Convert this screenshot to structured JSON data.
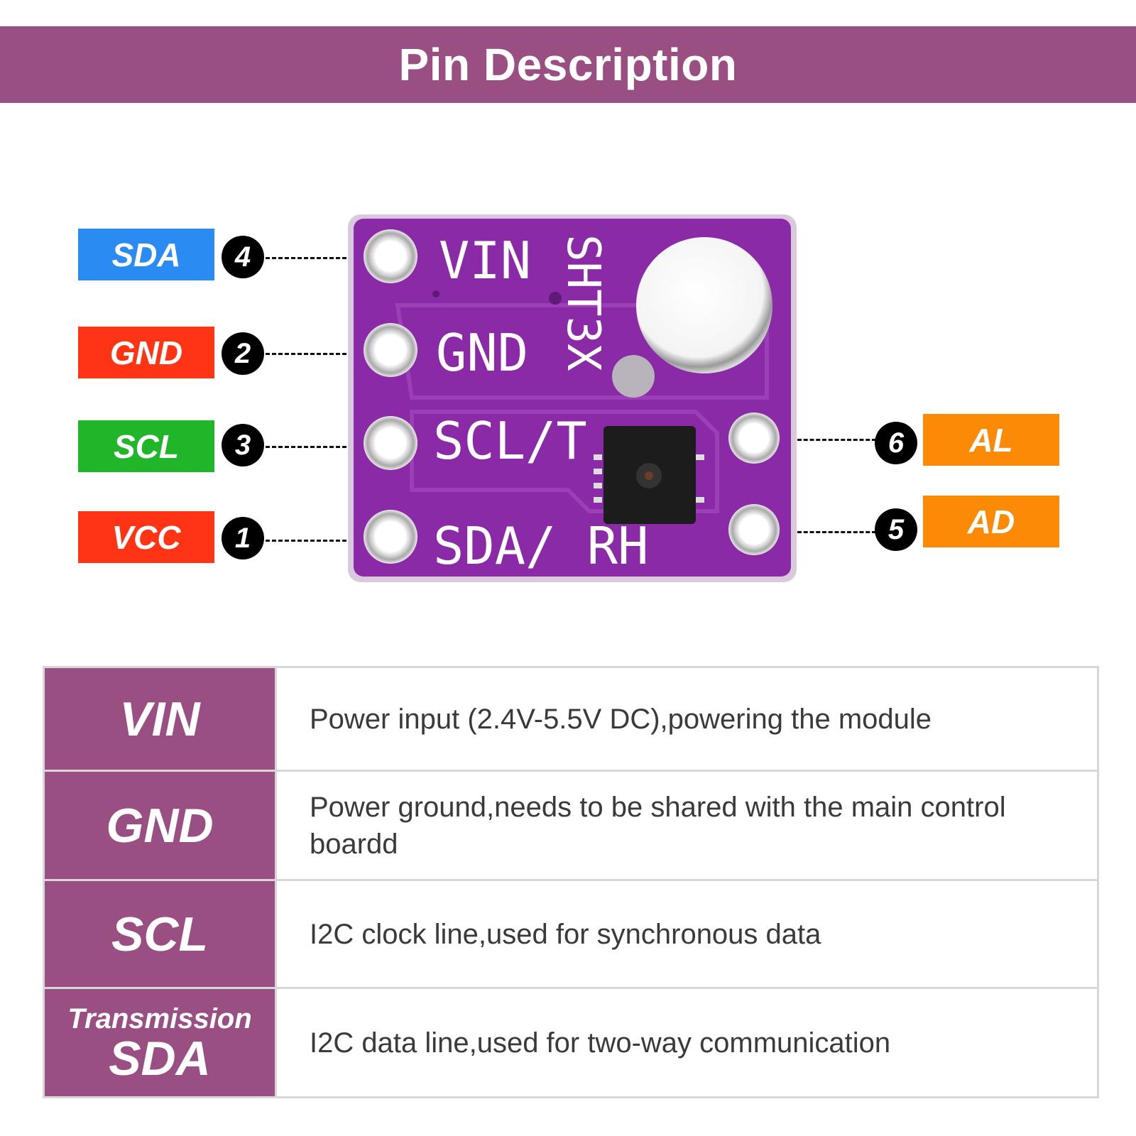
{
  "header": {
    "title": "Pin Description"
  },
  "colors": {
    "header_bg": "#9a4f82",
    "pcb": "#8a2aa6",
    "sda": "#2a8cf2",
    "gnd": "#ff3414",
    "scl": "#21b529",
    "vcc": "#ff3414",
    "al": "#fb8a07",
    "ad": "#fb8a07"
  },
  "board": {
    "silk_vin": "VIN",
    "silk_gnd": "GND",
    "silk_scl": "SCL/T",
    "silk_sda": "SDA/ RH",
    "silk_model": "SHT3X"
  },
  "left_pins": [
    {
      "label": "SDA",
      "number": "4"
    },
    {
      "label": "GND",
      "number": "2"
    },
    {
      "label": "SCL",
      "number": "3"
    },
    {
      "label": "VCC",
      "number": "1"
    }
  ],
  "right_pins": [
    {
      "label": "AL",
      "number": "6"
    },
    {
      "label": "AD",
      "number": "5"
    }
  ],
  "table": [
    {
      "name": "VIN",
      "desc": "Power input (2.4V-5.5V DC),powering the module"
    },
    {
      "name": "GND",
      "desc": "Power ground,needs to be shared with the main control boardd"
    },
    {
      "name": "SCL",
      "desc": "I2C clock line,used for synchronous data"
    },
    {
      "name_sub": "Transmission",
      "name": "SDA",
      "desc": "I2C data line,used for two-way communication"
    }
  ]
}
